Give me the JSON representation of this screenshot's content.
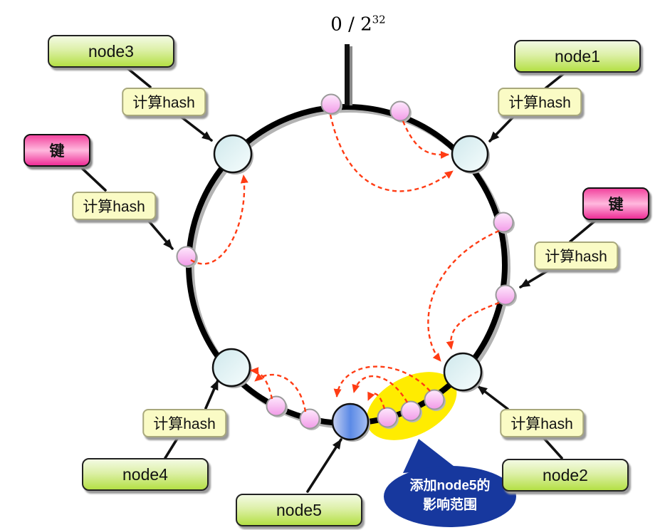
{
  "diagram": {
    "title_prefix": "0 / 2",
    "title_exponent": "32"
  },
  "labels": {
    "node1": "node1",
    "node2": "node2",
    "node3": "node3",
    "node4": "node4",
    "node5": "node5",
    "compute_hash": "计算hash",
    "key": "键"
  },
  "bubble": {
    "line1": "添加node5的",
    "line2": "影响范围"
  },
  "colors": {
    "ring": "#000000",
    "node_box_top": "#f3fae3",
    "node_box_bottom": "#b4e045",
    "hash_box": "#fafbc5",
    "key_box_top": "#f2449f",
    "key_box_bottom": "#ee2d96",
    "node_circle": "#d8eef0",
    "node5_circle": "#5b8ae6",
    "key_dot": "#f29ae8",
    "red_arrow": "#ff3c14",
    "highlight_ellipse": "#ffec00",
    "bubble_fill": "#17389e",
    "bubble_text": "#ffffff"
  }
}
